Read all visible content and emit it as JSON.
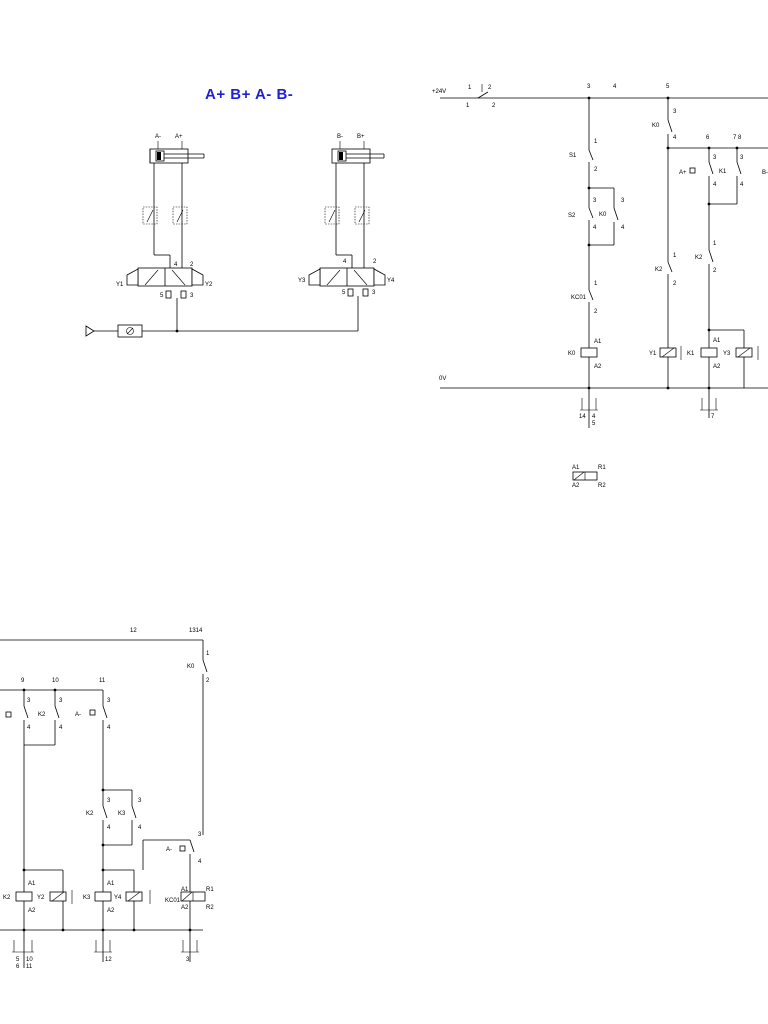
{
  "title": "A+ B+ A- B-",
  "colors": {
    "title": "#1f1fd6",
    "line": "#000000",
    "background": "#ffffff"
  },
  "pneumatic": {
    "cyl_a_limits": [
      "A-",
      "A+"
    ],
    "cyl_b_limits": [
      "B-",
      "B+"
    ],
    "valve_a_solenoids": [
      "Y1",
      "Y2"
    ],
    "valve_b_solenoids": [
      "Y3",
      "Y4"
    ],
    "port_labels": [
      "4",
      "2",
      "5",
      "3"
    ]
  },
  "ladder_top": {
    "supply": "+24V",
    "common": "0V",
    "start_button": {
      "top": [
        "1",
        "2"
      ],
      "bottom": [
        "1",
        "2"
      ]
    },
    "node_numbers": [
      "3",
      "4",
      "5",
      "6",
      "7 8"
    ],
    "s1": "S1",
    "s2": "S2",
    "k0": "K0",
    "k1": "K1",
    "k2": "K2",
    "kc01": "KC01",
    "a_plus": "A+",
    "b_minus": "B-",
    "y1": "Y1",
    "y3": "Y3",
    "coil_terminals": [
      "A1",
      "A2"
    ],
    "contact_terminals": [
      "1",
      "2",
      "3",
      "4"
    ],
    "xref_k0": [
      "14",
      "4",
      "5"
    ],
    "xref_k1": [
      "7"
    ],
    "legend_terminals": [
      "A1",
      "R1",
      "A2",
      "R2"
    ]
  },
  "ladder_bottom": {
    "node_numbers": [
      "9",
      "10",
      "11",
      "12",
      "1314"
    ],
    "k0": "K0",
    "k2": "K2",
    "k3": "K3",
    "kc01": "KC01",
    "a_minus": "A-",
    "y2": "Y2",
    "y4": "Y4",
    "coil_terminals": [
      "A1",
      "A2",
      "R1",
      "R2"
    ],
    "contact_terminals": [
      "1",
      "2",
      "3",
      "4"
    ],
    "xref_k2": [
      "5",
      "10",
      "6",
      "11"
    ],
    "xref_k3": [
      "12"
    ],
    "xref_kc01": [
      "3"
    ]
  }
}
